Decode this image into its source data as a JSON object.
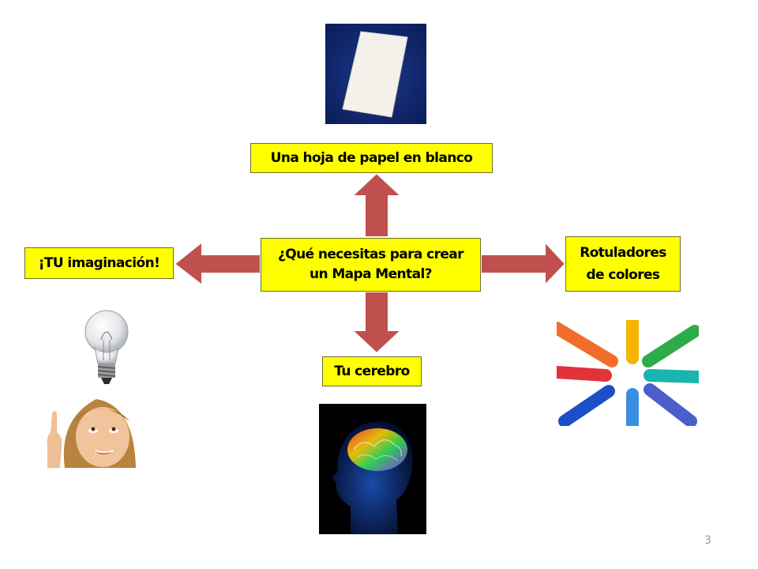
{
  "central_question": {
    "line1": "¿Qué necesitas para crear",
    "line2": "un Mapa Mental?"
  },
  "branches": {
    "top": "Una hoja de papel en blanco",
    "left": "¡TU imaginación!",
    "right": {
      "line1": "Rotuladores",
      "line2": "de colores"
    },
    "bottom": "Tu cerebro"
  },
  "page_number": "3",
  "colors": {
    "box_fill": "#ffff00",
    "arrow": "#c0504d",
    "arrow_outline": "#ffffff"
  }
}
